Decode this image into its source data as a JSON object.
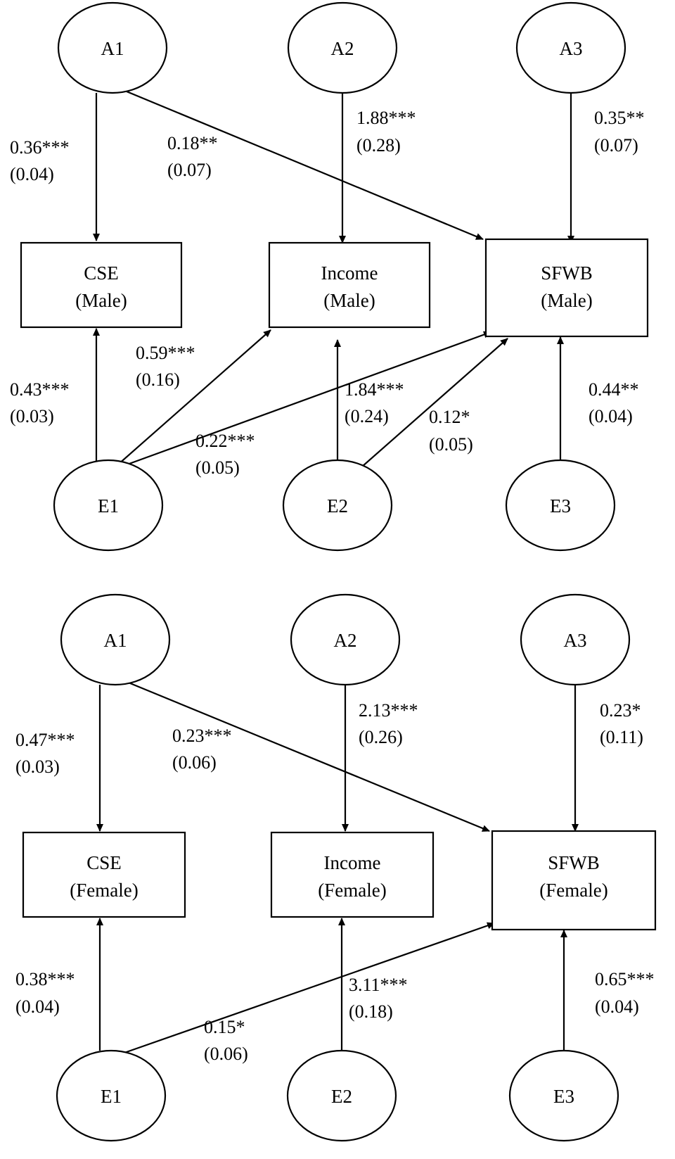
{
  "panels": [
    {
      "id": "male",
      "nodes": {
        "A1": {
          "label": "A1"
        },
        "A2": {
          "label": "A2"
        },
        "A3": {
          "label": "A3"
        },
        "CSE": {
          "line1": "CSE",
          "line2": "(Male)"
        },
        "Income": {
          "line1": "Income",
          "line2": "(Male)"
        },
        "SFWB": {
          "line1": "SFWB",
          "line2": "(Male)"
        },
        "E1": {
          "label": "E1"
        },
        "E2": {
          "label": "E2"
        },
        "E3": {
          "label": "E3"
        }
      },
      "paths": [
        {
          "from": "A1",
          "to": "CSE",
          "coef": "0.36***",
          "se": "(0.04)"
        },
        {
          "from": "A1",
          "to": "SFWB",
          "coef": "0.18**",
          "se": "(0.07)"
        },
        {
          "from": "A2",
          "to": "Income",
          "coef": "1.88***",
          "se": "(0.28)"
        },
        {
          "from": "A3",
          "to": "SFWB",
          "coef": "0.35**",
          "se": "(0.07)"
        },
        {
          "from": "E1",
          "to": "CSE",
          "coef": "0.43***",
          "se": "(0.03)"
        },
        {
          "from": "E1",
          "to": "Income",
          "coef": "0.59***",
          "se": "(0.16)"
        },
        {
          "from": "E1",
          "to": "SFWB",
          "coef": "0.22***",
          "se": "(0.05)"
        },
        {
          "from": "E2",
          "to": "Income",
          "coef": "1.84***",
          "se": "(0.24)"
        },
        {
          "from": "E2",
          "to": "SFWB",
          "coef": "0.12*",
          "se": "(0.05)"
        },
        {
          "from": "E3",
          "to": "SFWB",
          "coef": "0.44**",
          "se": "(0.04)"
        }
      ]
    },
    {
      "id": "female",
      "nodes": {
        "A1": {
          "label": "A1"
        },
        "A2": {
          "label": "A2"
        },
        "A3": {
          "label": "A3"
        },
        "CSE": {
          "line1": "CSE",
          "line2": "(Female)"
        },
        "Income": {
          "line1": "Income",
          "line2": "(Female)"
        },
        "SFWB": {
          "line1": "SFWB",
          "line2": "(Female)"
        },
        "E1": {
          "label": "E1"
        },
        "E2": {
          "label": "E2"
        },
        "E3": {
          "label": "E3"
        }
      },
      "paths": [
        {
          "from": "A1",
          "to": "CSE",
          "coef": "0.47***",
          "se": "(0.03)"
        },
        {
          "from": "A1",
          "to": "SFWB",
          "coef": "0.23***",
          "se": "(0.06)"
        },
        {
          "from": "A2",
          "to": "Income",
          "coef": "2.13***",
          "se": "(0.26)"
        },
        {
          "from": "A3",
          "to": "SFWB",
          "coef": "0.23*",
          "se": "(0.11)"
        },
        {
          "from": "E1",
          "to": "CSE",
          "coef": "0.38***",
          "se": "(0.04)"
        },
        {
          "from": "E1",
          "to": "SFWB",
          "coef": "0.15*",
          "se": "(0.06)"
        },
        {
          "from": "E2",
          "to": "Income",
          "coef": "3.11***",
          "se": "(0.18)"
        },
        {
          "from": "E3",
          "to": "SFWB",
          "coef": "0.65***",
          "se": "(0.04)"
        }
      ]
    }
  ]
}
